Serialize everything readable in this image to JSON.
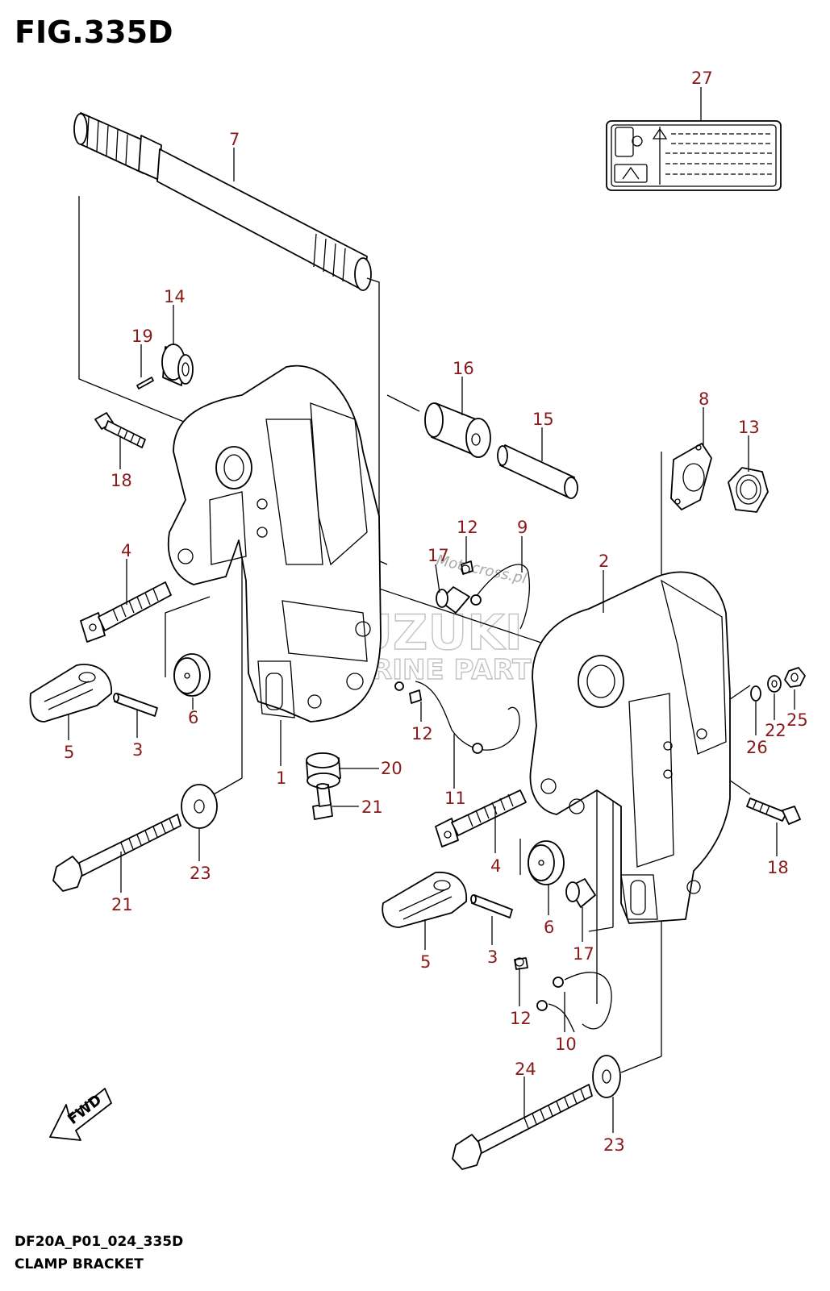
{
  "figure": {
    "title": "FIG.335D",
    "code": "DF20A_P01_024_335D",
    "name": "CLAMP BRACKET"
  },
  "watermark": {
    "brand": "SUZUKI",
    "subtitle": "MARINE PARTS",
    "site": "Motocross.pl"
  },
  "fwd_label": "FWD",
  "callouts": [
    {
      "id": "c27",
      "label": "27",
      "part": "label-plate"
    },
    {
      "id": "c7",
      "label": "7",
      "part": "tilt-shaft"
    },
    {
      "id": "c14",
      "label": "14",
      "part": "bushing"
    },
    {
      "id": "c19",
      "label": "19",
      "part": "pin"
    },
    {
      "id": "c16",
      "label": "16",
      "part": "bushing"
    },
    {
      "id": "c15",
      "label": "15",
      "part": "shaft"
    },
    {
      "id": "c8",
      "label": "8",
      "part": "plate"
    },
    {
      "id": "c13",
      "label": "13",
      "part": "nut"
    },
    {
      "id": "c18a",
      "label": "18",
      "part": "bolt"
    },
    {
      "id": "c4a",
      "label": "4",
      "part": "clamp-screw"
    },
    {
      "id": "c12a",
      "label": "12",
      "part": "screw"
    },
    {
      "id": "c9",
      "label": "9",
      "part": "wire"
    },
    {
      "id": "c17a",
      "label": "17",
      "part": "spacer"
    },
    {
      "id": "c2",
      "label": "2",
      "part": "clamp-bracket-starboard"
    },
    {
      "id": "c6a",
      "label": "6",
      "part": "cap"
    },
    {
      "id": "c5a",
      "label": "5",
      "part": "handle"
    },
    {
      "id": "c3a",
      "label": "3",
      "part": "pin"
    },
    {
      "id": "c12b",
      "label": "12",
      "part": "screw"
    },
    {
      "id": "c1",
      "label": "1",
      "part": "clamp-bracket-port"
    },
    {
      "id": "c20",
      "label": "20",
      "part": "stopper"
    },
    {
      "id": "c21a",
      "label": "21",
      "part": "bolt"
    },
    {
      "id": "c11",
      "label": "11",
      "part": "wire"
    },
    {
      "id": "c26",
      "label": "26",
      "part": "washer"
    },
    {
      "id": "c22",
      "label": "22",
      "part": "washer"
    },
    {
      "id": "c25",
      "label": "25",
      "part": "nut"
    },
    {
      "id": "c18b",
      "label": "18",
      "part": "bolt"
    },
    {
      "id": "c4b",
      "label": "4",
      "part": "clamp-screw"
    },
    {
      "id": "c23a",
      "label": "23",
      "part": "washer"
    },
    {
      "id": "c21b",
      "label": "21",
      "part": "bolt"
    },
    {
      "id": "c6b",
      "label": "6",
      "part": "cap"
    },
    {
      "id": "c17b",
      "label": "17",
      "part": "spacer"
    },
    {
      "id": "c5b",
      "label": "5",
      "part": "handle"
    },
    {
      "id": "c3b",
      "label": "3",
      "part": "pin"
    },
    {
      "id": "c12c",
      "label": "12",
      "part": "screw"
    },
    {
      "id": "c10",
      "label": "10",
      "part": "wire"
    },
    {
      "id": "c24",
      "label": "24",
      "part": "bolt"
    },
    {
      "id": "c23b",
      "label": "23",
      "part": "washer"
    }
  ]
}
